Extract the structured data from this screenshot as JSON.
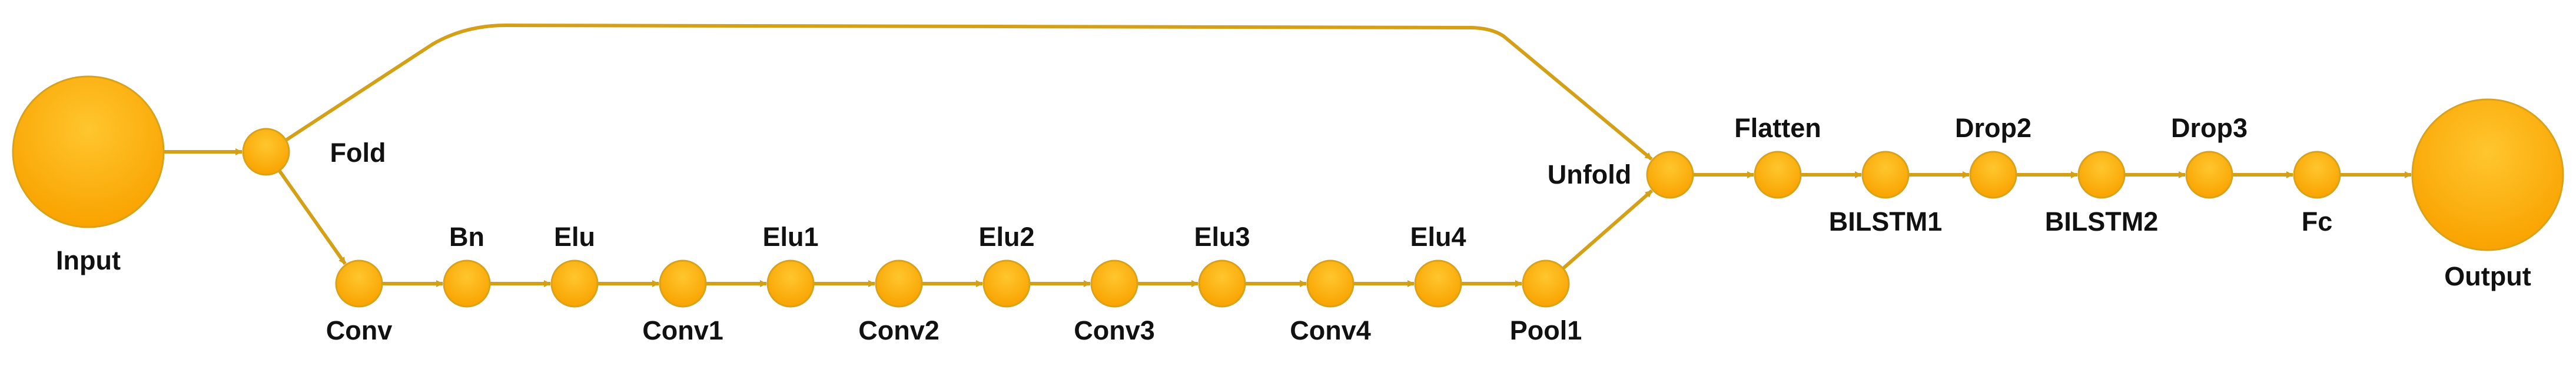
{
  "colors": {
    "node_fill_top": "#FFC62E",
    "node_fill_bottom": "#F9A300",
    "node_stroke": "#D9A21B",
    "edge": "#D4A017",
    "label": "#111111",
    "background": "#FFFFFF"
  },
  "nodes": [
    {
      "id": "input",
      "label": "Input"
    },
    {
      "id": "fold",
      "label": "Fold"
    },
    {
      "id": "conv",
      "label": "Conv"
    },
    {
      "id": "bn",
      "label": "Bn"
    },
    {
      "id": "elu",
      "label": "Elu"
    },
    {
      "id": "conv1",
      "label": "Conv1"
    },
    {
      "id": "elu1",
      "label": "Elu1"
    },
    {
      "id": "conv2",
      "label": "Conv2"
    },
    {
      "id": "elu2",
      "label": "Elu2"
    },
    {
      "id": "conv3",
      "label": "Conv3"
    },
    {
      "id": "elu3",
      "label": "Elu3"
    },
    {
      "id": "conv4",
      "label": "Conv4"
    },
    {
      "id": "elu4",
      "label": "Elu4"
    },
    {
      "id": "pool1",
      "label": "Pool1"
    },
    {
      "id": "unfold",
      "label": "Unfold"
    },
    {
      "id": "flatten",
      "label": "Flatten"
    },
    {
      "id": "bilstm1",
      "label": "BILSTM1"
    },
    {
      "id": "drop2",
      "label": "Drop2"
    },
    {
      "id": "bilstm2",
      "label": "BILSTM2"
    },
    {
      "id": "drop3",
      "label": "Drop3"
    },
    {
      "id": "fc",
      "label": "Fc"
    },
    {
      "id": "output",
      "label": "Output"
    }
  ],
  "edges": [
    {
      "from": "input",
      "to": "fold"
    },
    {
      "from": "fold",
      "to": "unfold"
    },
    {
      "from": "fold",
      "to": "conv"
    },
    {
      "from": "conv",
      "to": "bn"
    },
    {
      "from": "bn",
      "to": "elu"
    },
    {
      "from": "elu",
      "to": "conv1"
    },
    {
      "from": "conv1",
      "to": "elu1"
    },
    {
      "from": "elu1",
      "to": "conv2"
    },
    {
      "from": "conv2",
      "to": "elu2"
    },
    {
      "from": "elu2",
      "to": "conv3"
    },
    {
      "from": "conv3",
      "to": "elu3"
    },
    {
      "from": "elu3",
      "to": "conv4"
    },
    {
      "from": "conv4",
      "to": "elu4"
    },
    {
      "from": "elu4",
      "to": "pool1"
    },
    {
      "from": "pool1",
      "to": "unfold"
    },
    {
      "from": "unfold",
      "to": "flatten"
    },
    {
      "from": "flatten",
      "to": "bilstm1"
    },
    {
      "from": "bilstm1",
      "to": "drop2"
    },
    {
      "from": "drop2",
      "to": "bilstm2"
    },
    {
      "from": "bilstm2",
      "to": "drop3"
    },
    {
      "from": "drop3",
      "to": "fc"
    },
    {
      "from": "fc",
      "to": "output"
    }
  ]
}
